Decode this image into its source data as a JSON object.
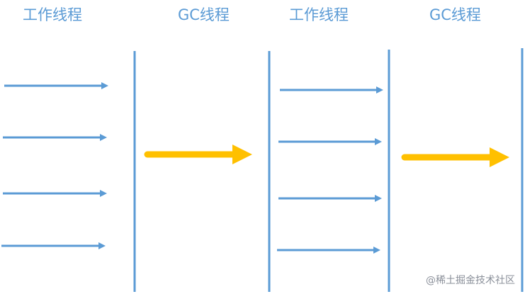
{
  "colors": {
    "thread": "#5b9bd5",
    "transition": "#ffc000",
    "watermark": "#8a8f99"
  },
  "labels": {
    "work_thread_1": "工作线程",
    "gc_thread_1": "GC线程",
    "work_thread_2": "工作线程",
    "gc_thread_2": "GC线程"
  },
  "watermark": "@稀土掘金技术社区"
}
